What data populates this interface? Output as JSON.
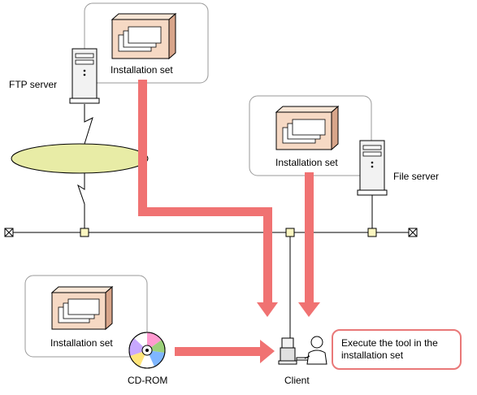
{
  "labels": {
    "ftp_server": "FTP server",
    "file_server": "File server",
    "installation_set_ftp": "Installation set",
    "installation_set_file": "Installation set",
    "installation_set_cd": "Installation set",
    "cd_rom": "CD-ROM",
    "client": "Client"
  },
  "note": {
    "text": "Execute the tool in the installation set"
  },
  "icons": {
    "server": "server-tower-icon",
    "package": "package-box-icon",
    "cd": "cd-rom-icon",
    "client": "client-pc-user-icon",
    "network": "network-ellipse-icon",
    "terminator": "line-terminator-icon",
    "connector": "network-connector-icon"
  },
  "colors": {
    "arrow": "#f07272",
    "network_ellipse": "#e8eca6",
    "box_body": "#f6d9c4",
    "group_border": "#999999",
    "note_border": "#e97878"
  }
}
